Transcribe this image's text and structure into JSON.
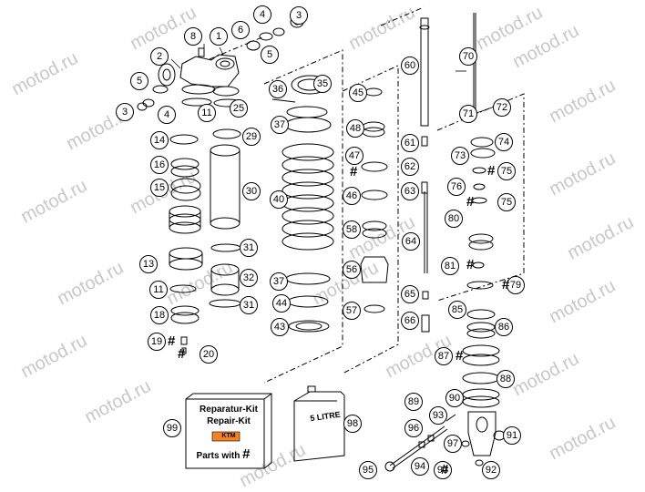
{
  "watermark": "motod.ru",
  "kit": {
    "line1": "Reparatur-Kit",
    "line2": "Repair-Kit",
    "brand": "KTM",
    "line3": "Parts with",
    "hash": "#"
  },
  "can": {
    "label": "5 LITRE"
  },
  "hash_symbol": "#",
  "callouts": [
    {
      "num": "1"
    },
    {
      "num": "2"
    },
    {
      "num": "3"
    },
    {
      "num": "3"
    },
    {
      "num": "4"
    },
    {
      "num": "4"
    },
    {
      "num": "5"
    },
    {
      "num": "5"
    },
    {
      "num": "6"
    },
    {
      "num": "8"
    },
    {
      "num": "11"
    },
    {
      "num": "11"
    },
    {
      "num": "13"
    },
    {
      "num": "14"
    },
    {
      "num": "15"
    },
    {
      "num": "16"
    },
    {
      "num": "18"
    },
    {
      "num": "19"
    },
    {
      "num": "20"
    },
    {
      "num": "25"
    },
    {
      "num": "29"
    },
    {
      "num": "30"
    },
    {
      "num": "31"
    },
    {
      "num": "31"
    },
    {
      "num": "32"
    },
    {
      "num": "35"
    },
    {
      "num": "36"
    },
    {
      "num": "37"
    },
    {
      "num": "37"
    },
    {
      "num": "40"
    },
    {
      "num": "43"
    },
    {
      "num": "44"
    },
    {
      "num": "45"
    },
    {
      "num": "46"
    },
    {
      "num": "47"
    },
    {
      "num": "48"
    },
    {
      "num": "56"
    },
    {
      "num": "57"
    },
    {
      "num": "58"
    },
    {
      "num": "60"
    },
    {
      "num": "61"
    },
    {
      "num": "62"
    },
    {
      "num": "63"
    },
    {
      "num": "64"
    },
    {
      "num": "65"
    },
    {
      "num": "66"
    },
    {
      "num": "70"
    },
    {
      "num": "71"
    },
    {
      "num": "72"
    },
    {
      "num": "73"
    },
    {
      "num": "74"
    },
    {
      "num": "75"
    },
    {
      "num": "75"
    },
    {
      "num": "76"
    },
    {
      "num": "79"
    },
    {
      "num": "80"
    },
    {
      "num": "81"
    },
    {
      "num": "85"
    },
    {
      "num": "86"
    },
    {
      "num": "87"
    },
    {
      "num": "88"
    },
    {
      "num": "89"
    },
    {
      "num": "90"
    },
    {
      "num": "91"
    },
    {
      "num": "92"
    },
    {
      "num": "93"
    },
    {
      "num": "93"
    },
    {
      "num": "94"
    },
    {
      "num": "95"
    },
    {
      "num": "96"
    },
    {
      "num": "97"
    },
    {
      "num": "98"
    },
    {
      "num": "99"
    }
  ]
}
